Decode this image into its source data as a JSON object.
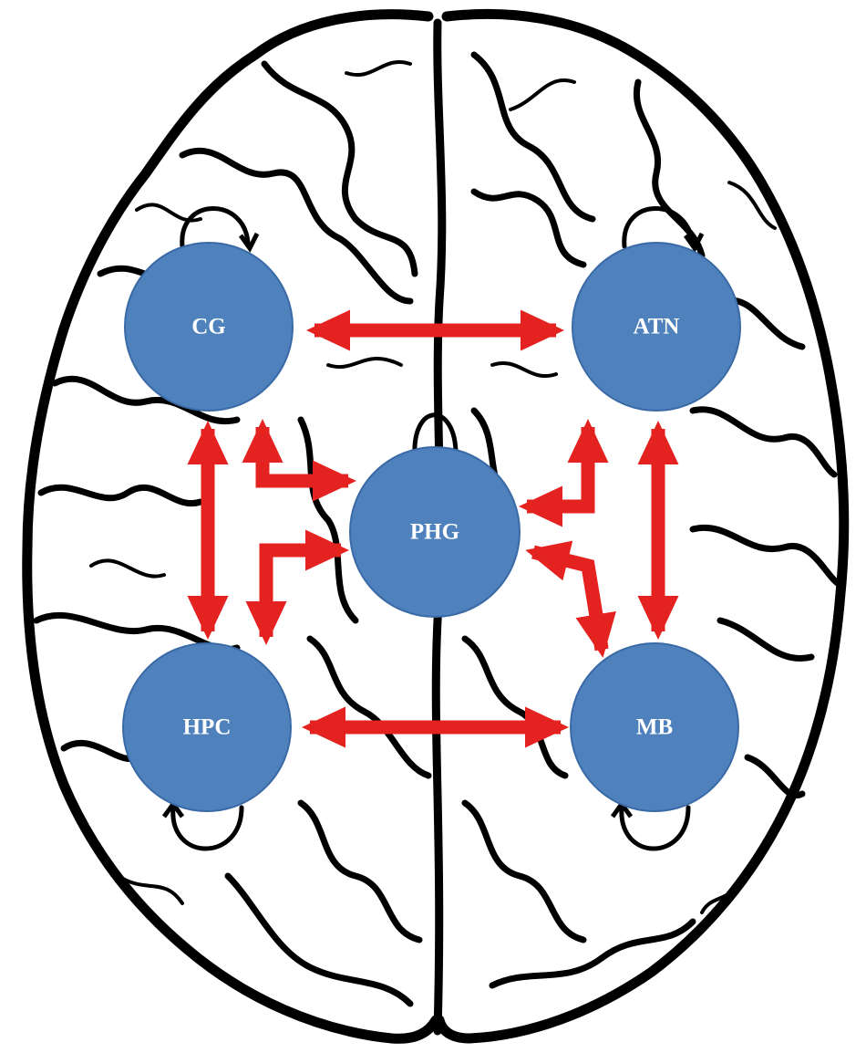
{
  "diagram": {
    "colors": {
      "node_fill": "#4f81bd",
      "node_stroke": "#3a6aa6",
      "connection": "#e42320",
      "label": "#ffffff",
      "outline": "#000000"
    },
    "nodes": [
      {
        "id": "cg",
        "label": "CG"
      },
      {
        "id": "atn",
        "label": "ATN"
      },
      {
        "id": "phg",
        "label": "PHG"
      },
      {
        "id": "hpc",
        "label": "HPC"
      },
      {
        "id": "mb",
        "label": "MB"
      }
    ],
    "edges": [
      {
        "from": "CG",
        "to": "ATN",
        "direction": "bidirectional"
      },
      {
        "from": "HPC",
        "to": "MB",
        "direction": "bidirectional"
      },
      {
        "from": "CG",
        "to": "HPC",
        "direction": "bidirectional"
      },
      {
        "from": "ATN",
        "to": "MB",
        "direction": "bidirectional"
      },
      {
        "from": "CG",
        "to": "PHG",
        "direction": "bidirectional"
      },
      {
        "from": "HPC",
        "to": "PHG",
        "direction": "bidirectional"
      },
      {
        "from": "ATN",
        "to": "PHG",
        "direction": "bidirectional"
      },
      {
        "from": "MB",
        "to": "PHG",
        "direction": "bidirectional"
      }
    ],
    "self_loops": [
      "CG",
      "ATN",
      "PHG",
      "HPC",
      "MB"
    ]
  }
}
